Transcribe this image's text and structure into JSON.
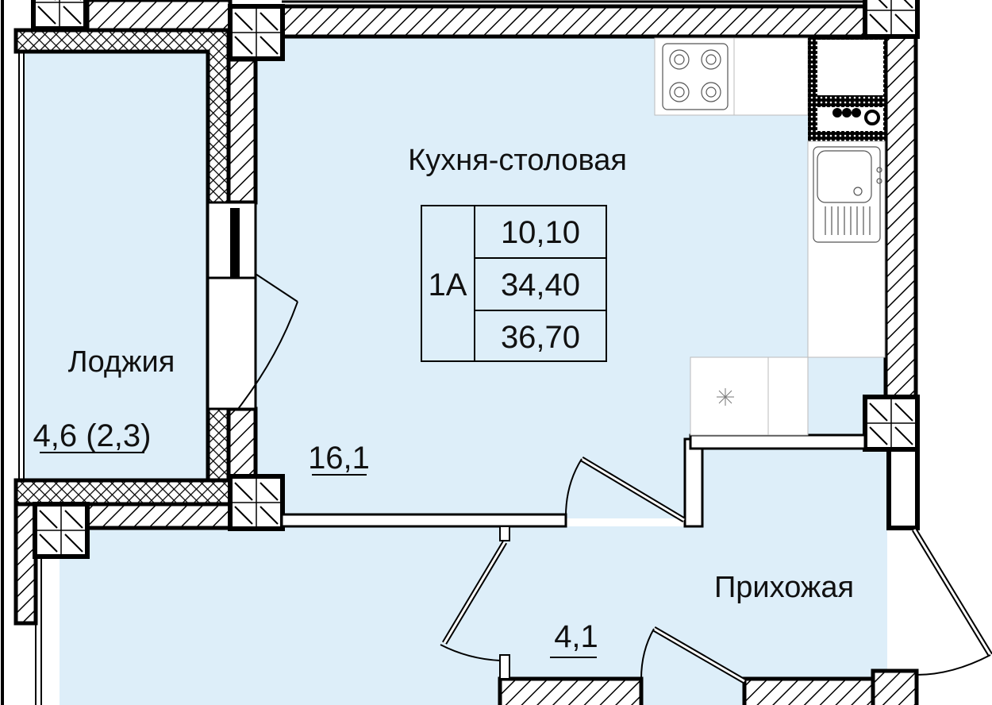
{
  "rooms": {
    "kitchen": {
      "name": "Кухня-столовая",
      "area": "16,1"
    },
    "loggia": {
      "name": "Лоджия",
      "area": "4,6 (2,3)"
    },
    "hallway": {
      "name": "Прихожая",
      "area": "4,1"
    }
  },
  "apartment_table": {
    "type": "1А",
    "living_area": "10,10",
    "total_area": "34,40",
    "total_with_loggia": "36,70"
  },
  "colors": {
    "room_fill": "#ddeef9",
    "wall": "#000000",
    "furniture": "#ffffff"
  }
}
